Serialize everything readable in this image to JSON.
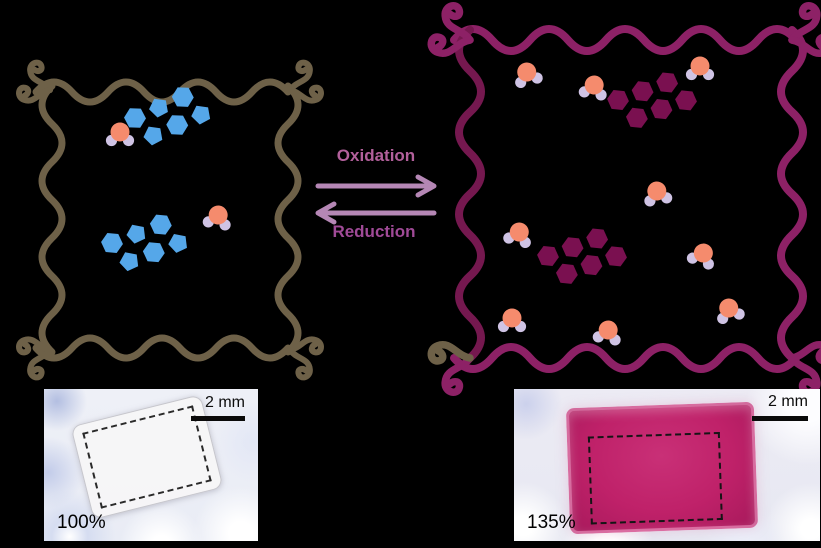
{
  "scheme": {
    "oxidation_label": "Oxidation",
    "reduction_label": "Reduction"
  },
  "photos": {
    "left": {
      "scale_label": "2 mm",
      "swelling_label": "100%"
    },
    "right": {
      "scale_label": "2 mm",
      "swelling_label": "135%"
    }
  },
  "colors": {
    "background": "#000000",
    "network_reduced": "#6e6148",
    "network_oxidized": "#8d2166",
    "network_oxidized_dark": "#75184f",
    "guest_reduced": "#55a7e9",
    "guest_oxidized": "#7a1050",
    "water_oxygen": "#f58b6d",
    "water_hydrogen": "#cfc3e4",
    "arrow": "#b587b5",
    "oxidation_text": "#b2609b",
    "reduction_text": "#a04a97",
    "gel_pink": "#bf2169"
  }
}
